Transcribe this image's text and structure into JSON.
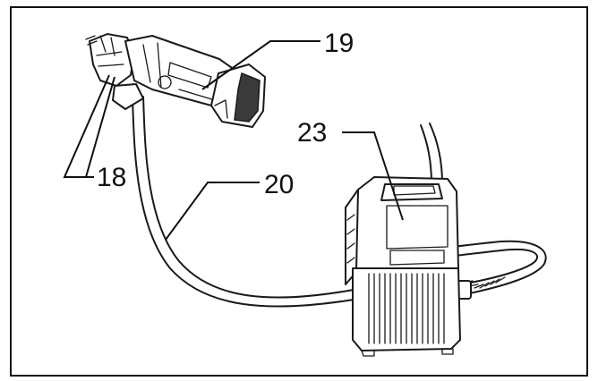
{
  "callouts": {
    "c18": "18",
    "c19": "19",
    "c20": "20",
    "c23": "23"
  }
}
